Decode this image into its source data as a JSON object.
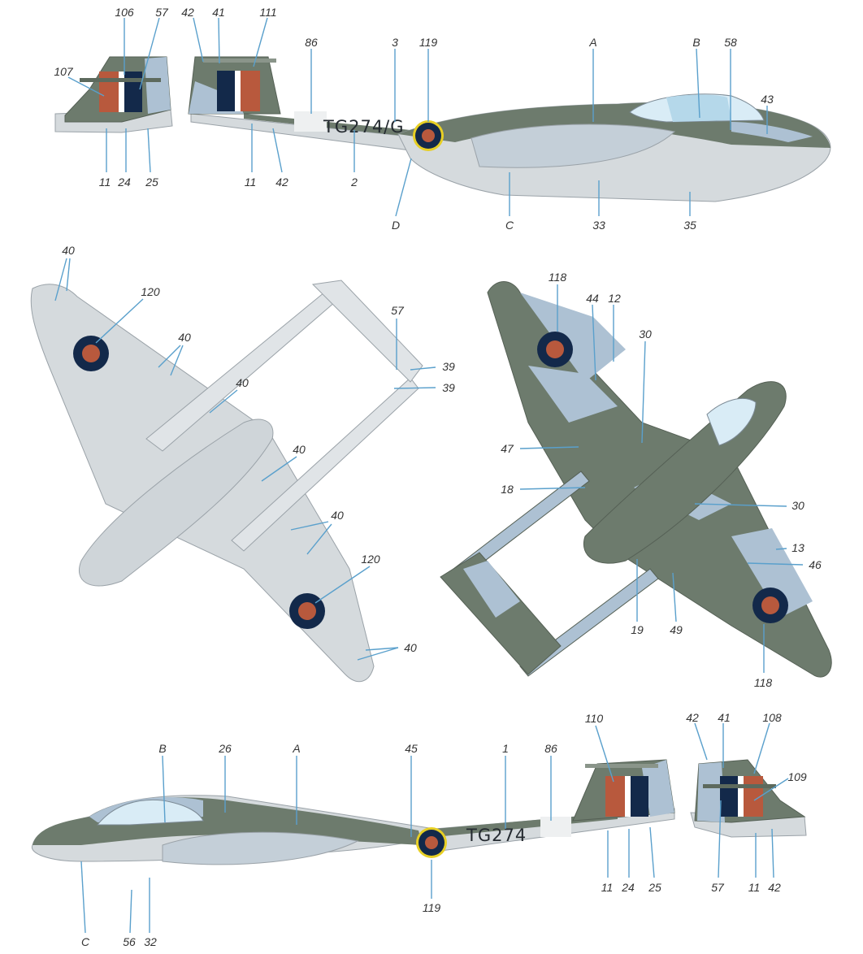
{
  "colors": {
    "dark_green": "#6d7b6d",
    "sky_grey": "#adc1d3",
    "underside": "#d5dadd",
    "roundel_blue": "#13294a",
    "roundel_red": "#b8593d",
    "roundel_ring": "#e7cf24",
    "leader": "#5aa0cc",
    "label": "#333333"
  },
  "serials": {
    "port_side": "TG274/G",
    "starboard_side": "TG274"
  },
  "callouts": {
    "top_side": [
      "106",
      "57",
      "107",
      "42",
      "41",
      "111",
      "86",
      "3",
      "119",
      "A",
      "B",
      "58",
      "43",
      "11",
      "24",
      "25",
      "11",
      "42",
      "2",
      "D",
      "C",
      "33",
      "35"
    ],
    "underside": [
      "40",
      "120",
      "40",
      "40",
      "40",
      "40",
      "120",
      "40",
      "57",
      "39",
      "39"
    ],
    "topside_plan": [
      "118",
      "44",
      "12",
      "30",
      "47",
      "18",
      "30",
      "13",
      "46",
      "19",
      "49",
      "118"
    ],
    "bottom_side": [
      "110",
      "42",
      "41",
      "108",
      "109",
      "B",
      "26",
      "A",
      "45",
      "1",
      "86",
      "11",
      "24",
      "25",
      "57",
      "11",
      "42",
      "C",
      "56",
      "32",
      "119"
    ]
  }
}
